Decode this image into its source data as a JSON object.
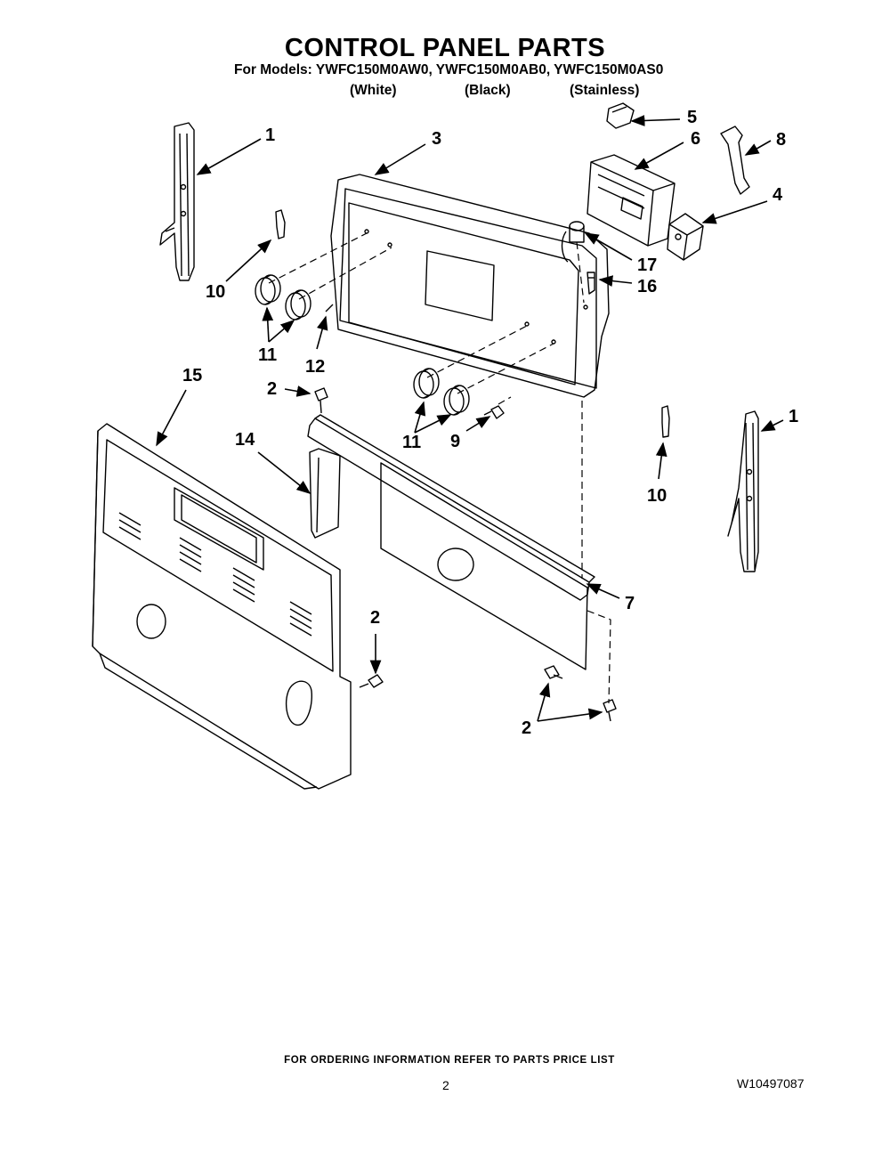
{
  "header": {
    "title": "CONTROL PANEL PARTS",
    "models_line": "For Models: YWFC150M0AW0, YWFC150M0AB0, YWFC150M0AS0",
    "variants": [
      "(White)",
      "(Black)",
      "(Stainless)"
    ]
  },
  "callouts": [
    "1",
    "3",
    "5",
    "6",
    "8",
    "4",
    "10",
    "17",
    "16",
    "11",
    "12",
    "15",
    "2",
    "9",
    "14",
    "1",
    "10",
    "7",
    "2",
    "2"
  ],
  "footer": {
    "ordering_note": "FOR ORDERING INFORMATION REFER TO PARTS PRICE LIST",
    "page_number": "2",
    "document_number": "W10497087"
  }
}
